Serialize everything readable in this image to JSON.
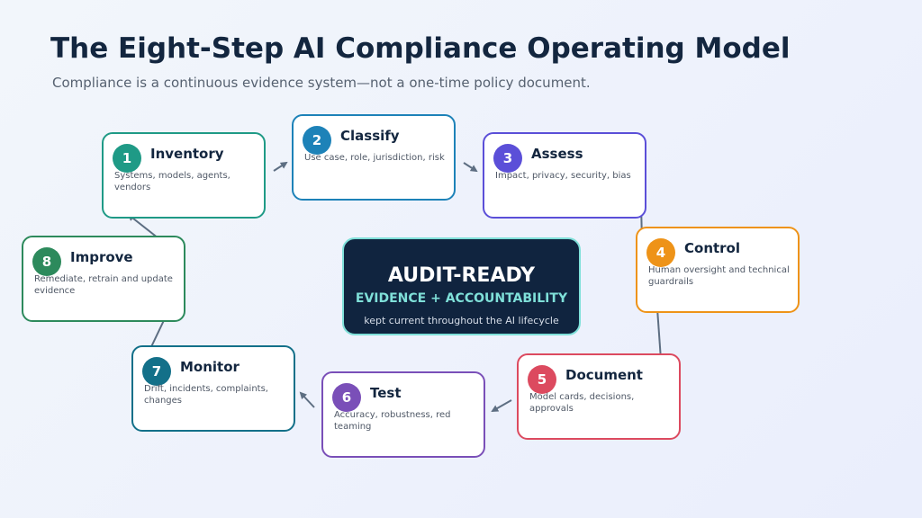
{
  "header": {
    "title": "The Eight-Step AI Compliance Operating Model",
    "subtitle": "Compliance is a continuous evidence system—not a one-time policy document."
  },
  "center": {
    "title": "AUDIT-READY",
    "subtitle": "EVIDENCE + ACCOUNTABILITY",
    "note": "kept current throughout the AI lifecycle"
  },
  "steps": [
    {
      "number": "1",
      "title": "Inventory",
      "description": "Systems, models, agents, vendors",
      "color": "#1f9a86"
    },
    {
      "number": "2",
      "title": "Classify",
      "description": "Use case, role, jurisdiction, risk",
      "color": "#1d82b8"
    },
    {
      "number": "3",
      "title": "Assess",
      "description": "Impact, privacy, security, bias",
      "color": "#5b4fd8"
    },
    {
      "number": "4",
      "title": "Control",
      "description": "Human oversight and technical guardrails",
      "color": "#ee9318"
    },
    {
      "number": "5",
      "title": "Document",
      "description": "Model cards, decisions, approvals",
      "color": "#dc4a5f"
    },
    {
      "number": "6",
      "title": "Test",
      "description": "Accuracy, robustness, red teaming",
      "color": "#7a4fb8"
    },
    {
      "number": "7",
      "title": "Monitor",
      "description": "Drift, incidents, complaints, changes",
      "color": "#137089"
    },
    {
      "number": "8",
      "title": "Improve",
      "description": "Remediate, retrain and update evidence",
      "color": "#2d8a5c"
    }
  ],
  "arrow_color": "#5d6e82"
}
